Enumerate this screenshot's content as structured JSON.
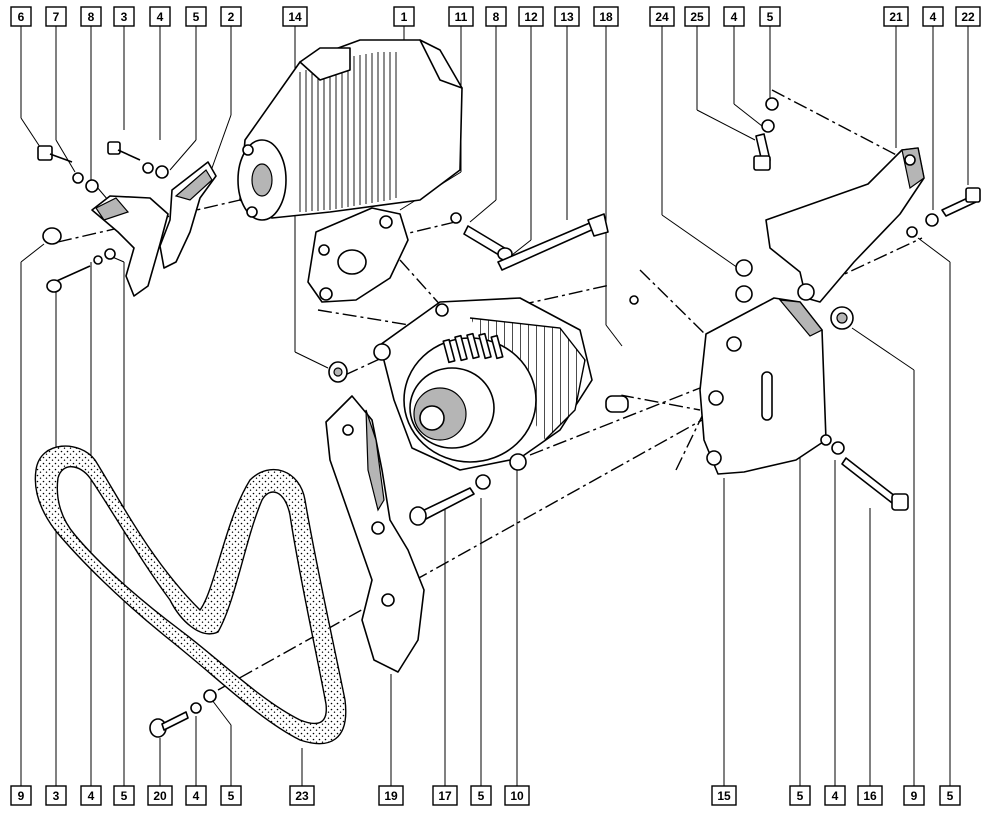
{
  "callouts_top": [
    "6",
    "7",
    "8",
    "3",
    "4",
    "5",
    "2",
    "14",
    "1",
    "11",
    "8",
    "12",
    "13",
    "18",
    "24",
    "25",
    "4",
    "5",
    "21",
    "4",
    "22"
  ],
  "callouts_bottom": [
    "9",
    "3",
    "4",
    "5",
    "20",
    "4",
    "5",
    "23",
    "19",
    "17",
    "5",
    "10",
    "15",
    "5",
    "4",
    "16",
    "9",
    "5"
  ],
  "parts": {
    "starter_motor": "1",
    "upper_bracket": "2",
    "bolt": "3",
    "spring_washer": "4",
    "flat_washer": "5",
    "flange_bolt": "6",
    "washer": "7",
    "tensioner_bracket": "8",
    "nut": "9",
    "alternator": "10",
    "starter_support": "11",
    "stud_bolt": "12",
    "long_bolt": "13",
    "lock_nut": "14",
    "support_plate": "15",
    "mounting_bolt": "16",
    "pivot_bolt": "17",
    "tie_rod": "18",
    "lower_bracket": "19",
    "lower_bolt": "20",
    "engine_bracket": "21",
    "bracket_bolt": "22",
    "drive_belt": "23",
    "plate_nut": "24",
    "hex_screw": "25"
  }
}
